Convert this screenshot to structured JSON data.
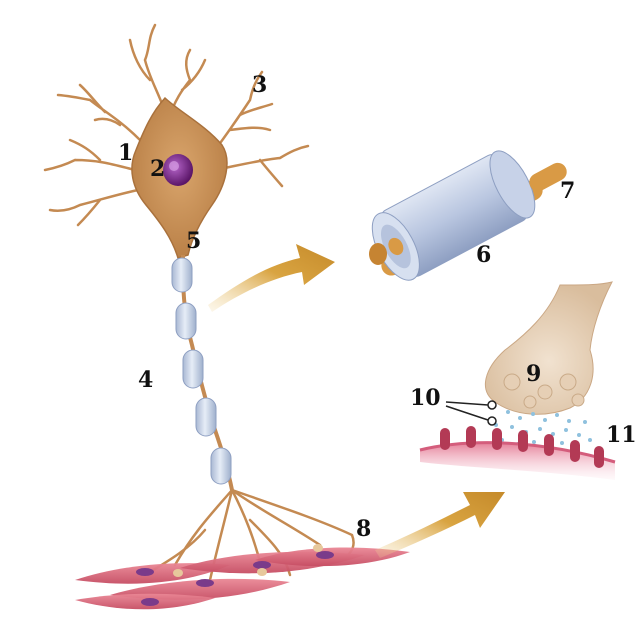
{
  "labels": {
    "l1": "1",
    "l2": "2",
    "l3": "3",
    "l4": "4",
    "l5": "5",
    "l6": "6",
    "l7": "7",
    "l8": "8",
    "l9": "9",
    "l10": "10",
    "l11": "11"
  },
  "colors": {
    "soma": "#c9925a",
    "soma_dark": "#a9713c",
    "nucleus": "#6a1f7a",
    "myelin": "#c6d2e6",
    "myelin_edge": "#9aabc8",
    "arrow": "#d8a040",
    "muscle": "#d9677a",
    "muscle_nucleus": "#7a3b8a",
    "terminal": "#e8d3bc",
    "membrane": "#f0b8c6",
    "receptor": "#b33a55"
  }
}
